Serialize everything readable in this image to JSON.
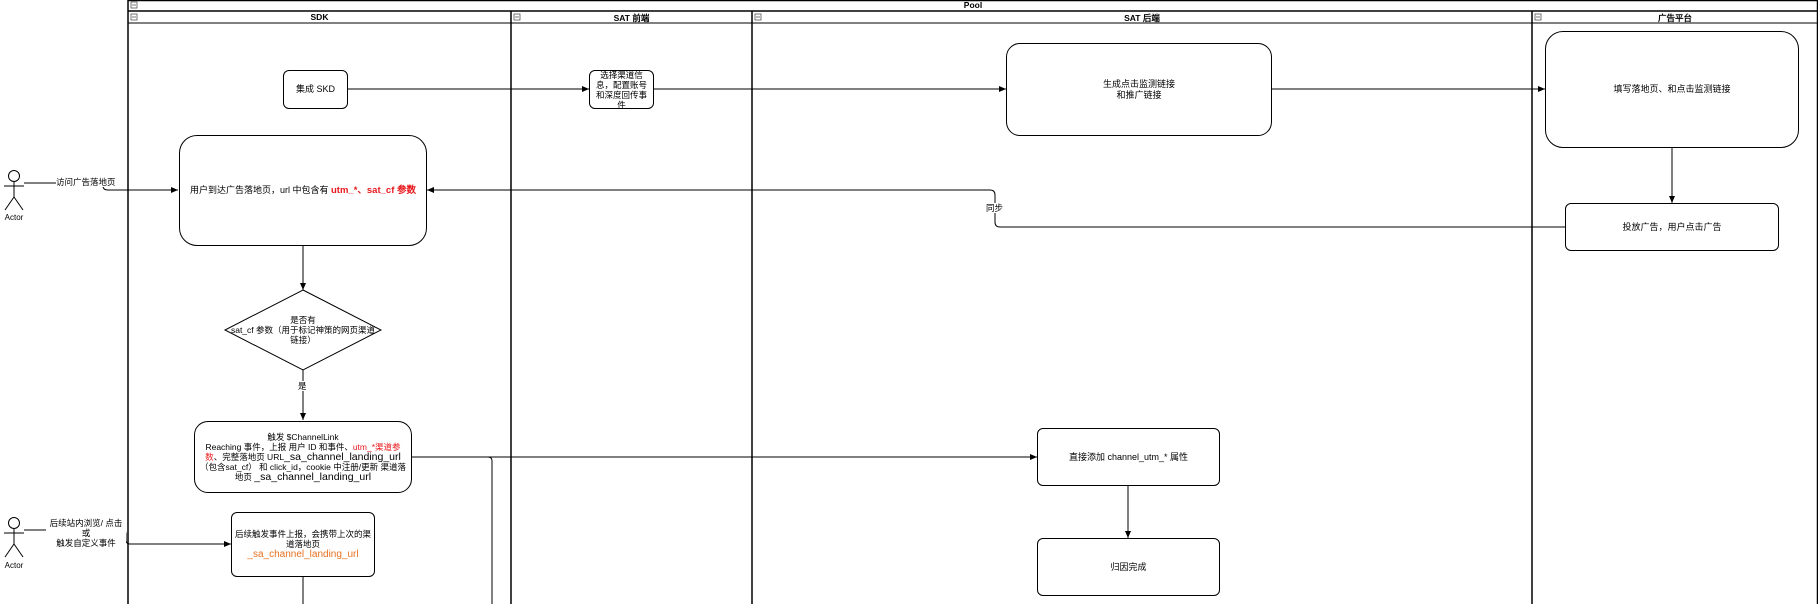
{
  "pool": {
    "title": "Pool"
  },
  "lanes": [
    {
      "id": "sdk",
      "title": "SDK"
    },
    {
      "id": "sat-front",
      "title": "SAT 前端"
    },
    {
      "id": "sat-back",
      "title": "SAT 后端"
    },
    {
      "id": "ad-platform",
      "title": "广告平台"
    }
  ],
  "actors": [
    {
      "label": "Actor"
    },
    {
      "label": "Actor"
    }
  ],
  "nodes": {
    "integrate_sdk": "集成 SKD",
    "select_channel": "选择渠道信息，配置账号和深度回传事件",
    "gen_links": "生成点击监测链接\n和推广链接",
    "fill_landing": "填写落地页、和点击监测链接",
    "deliver_ads": "投放广告，用户点击广告",
    "arrive_landing_prefix": "用户到达广告落地页，url 中包含有  ",
    "arrive_landing_highlight": "utm_*、sat_cf 参数",
    "decision": "是否有\nsat_cf 参数（用于标记神策的网页渠道链接）",
    "trigger_line1": "触发 $ChannelLink",
    "trigger_line2_a": "Reaching 事件，上报 用户 ID 和事件、",
    "trigger_line2_red": "utm_*渠道参数",
    "trigger_line2_b": "、完整落地页 URL",
    "trigger_line2_big": "_sa_channel_landing_url",
    "trigger_line3": "（包含sat_cf） 和 click_id，cookie 中注册/更新 渠道落地页 ",
    "trigger_line3_big": "_sa_channel_landing_url",
    "add_utm": "直接添加 channel_utm_* 属性",
    "attrib_done": "归因完成",
    "subsequent_prefix": "后续触发事件上报，会携带上次的渠道落地页  ",
    "subsequent_highlight": "_sa_channel_landing_url"
  },
  "edge_labels": {
    "visit_landing": "访问广告落地页",
    "sync": "同步",
    "yes": "是",
    "subsequent_browse": "后续站内浏览/ 点击或\n触发自定义事件"
  }
}
